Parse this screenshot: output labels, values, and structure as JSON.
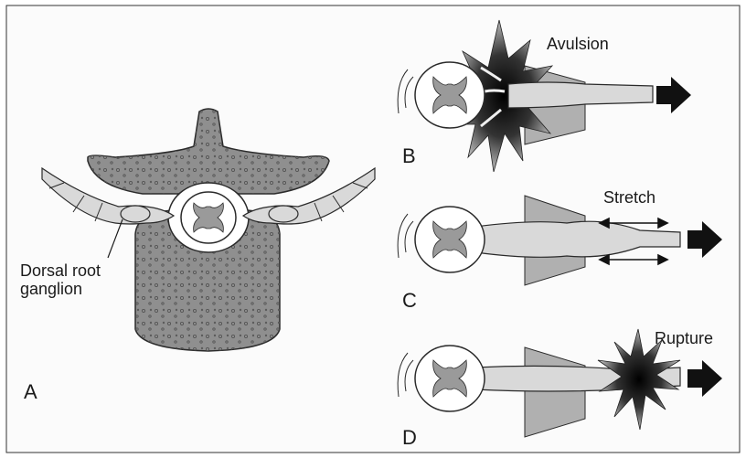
{
  "panels": {
    "a": {
      "letter": "A",
      "label_line1": "Dorsal root",
      "label_line2": "ganglion"
    },
    "b": {
      "letter": "B",
      "caption": "Avulsion"
    },
    "c": {
      "letter": "C",
      "caption": "Stretch"
    },
    "d": {
      "letter": "D",
      "caption": "Rupture"
    }
  },
  "colors": {
    "bone": "#8f8f8f",
    "nerve": "#d9d9d9",
    "cord": "#ffffff",
    "gray_matter": "#9a9a9a",
    "outline": "#2a2a2a",
    "injury": "#111111"
  }
}
